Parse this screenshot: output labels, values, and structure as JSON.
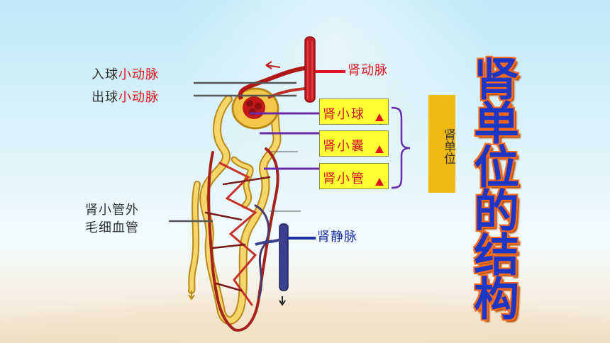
{
  "left_labels": {
    "afferent_prefix": "入球",
    "afferent_suffix": "小动脉",
    "efferent_prefix": "出球",
    "efferent_suffix": "小动脉",
    "capillary_line1": "肾小管外",
    "capillary_line2": "毛细血管"
  },
  "right_labels": {
    "renal_artery": "肾动脉",
    "renal_vein": "肾静脉"
  },
  "parts": [
    {
      "label": "肾小球"
    },
    {
      "label": "肾小囊"
    },
    {
      "label": "肾小管"
    }
  ],
  "nephron_label": "肾单位",
  "title": "肾单位的结构",
  "colors": {
    "artery": "#e0141e",
    "vein": "#1b2fa8",
    "box_fill": "#ffff33",
    "unit_fill": "#f0b90f",
    "title_fill": "#1d36c4",
    "title_outline": "#ff6a1a",
    "pointer_purple": "#6a2aa8"
  }
}
